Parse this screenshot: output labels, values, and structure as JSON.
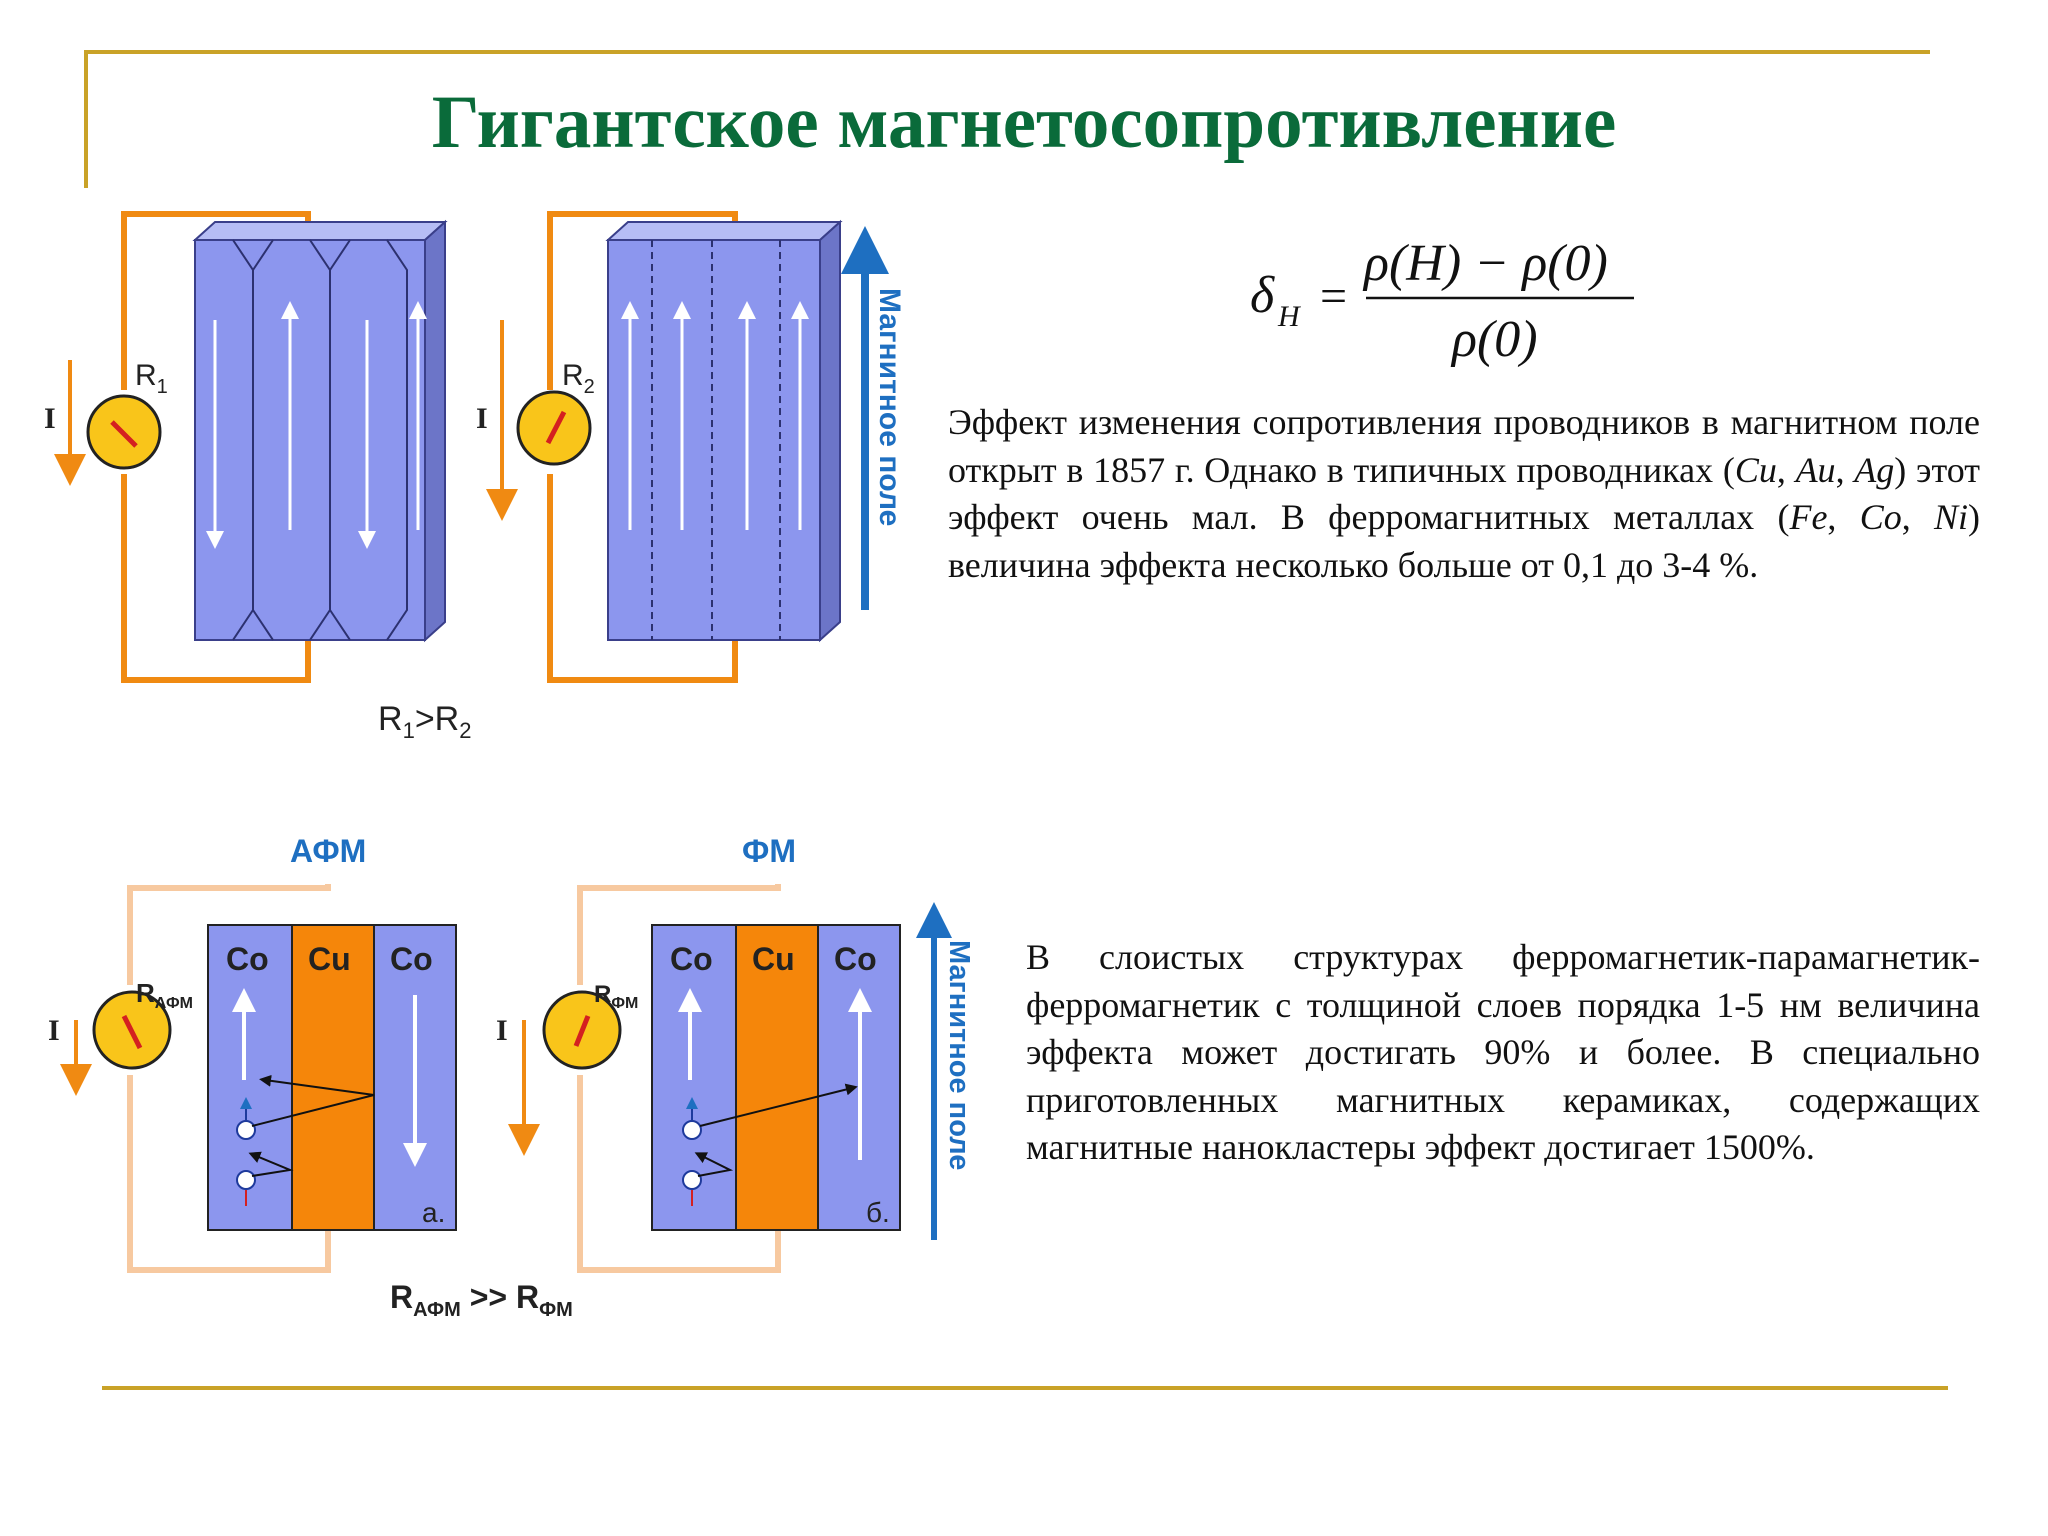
{
  "title": "Гигантское магнетосопротивление",
  "formula": {
    "lhs": "δ",
    "lhs_sub": "H",
    "eq": "=",
    "numerator": "ρ(H) − ρ(0)",
    "denominator": "ρ(0)"
  },
  "paragraph1": {
    "t1": "Эффект изменения сопротивления проводников в магнитном поле открыт в 1857 г. Однако в типичных проводниках (",
    "cu": "Cu",
    "sep1": ", ",
    "au": "Au",
    "sep2": ", ",
    "ag": "Ag",
    "t2": ") этот эффект очень мал. В ферромагнитных металлах (",
    "fe": "Fe",
    "sep3": ", ",
    "co": "Co",
    "sep4": ", ",
    "ni": "Ni",
    "t3": ") величина эффекта несколько больше от 0,1 до 3-4 %."
  },
  "paragraph2": "В слоистых структурах ферромагнетик-парамагнетик-ферромагнетик с толщиной слоев порядка 1-5 нм величина эффекта может достигать 90% и более. В специально приготовленных магнитных керамиках, содержащих магнитные нанокластеры эффект достигает 1500%.",
  "fig1": {
    "current_left": "I",
    "current_right": "I",
    "r1": "R",
    "r1_sub": "1",
    "r2": "R",
    "r2_sub": "2",
    "field_label": "Магнитное поле",
    "caption_a": "R",
    "caption_a_sub": "1",
    "caption_gt": ">R",
    "caption_b_sub": "2"
  },
  "fig2": {
    "afm_label": "АФМ",
    "fm_label": "ФМ",
    "layer_co_1": "Co",
    "layer_cu_1": "Cu",
    "layer_co_2": "Co",
    "layer_co_3": "Co",
    "layer_cu_2": "Cu",
    "layer_co_4": "Co",
    "current_left": "I",
    "current_right": "I",
    "r_afm": "R",
    "r_afm_sub": "АФМ",
    "r_fm": "R",
    "r_fm_sub": "ФМ",
    "panel_a": "а.",
    "panel_b": "б.",
    "field_label": "Магнитное поле",
    "caption_r1": "R",
    "caption_r1_sub": "АФМ",
    "caption_gt": " >> R",
    "caption_r2_sub": "ФМ"
  },
  "colors": {
    "title": "#0a6b3a",
    "frame": "#c9a227",
    "circuit_dark": "#f08a12",
    "circuit_light": "#f7c9a0",
    "ferromagnet": "#8c96ee",
    "copper": "#f5860a",
    "meter": "#f9c51a",
    "field_arrow": "#1e6fc1"
  }
}
